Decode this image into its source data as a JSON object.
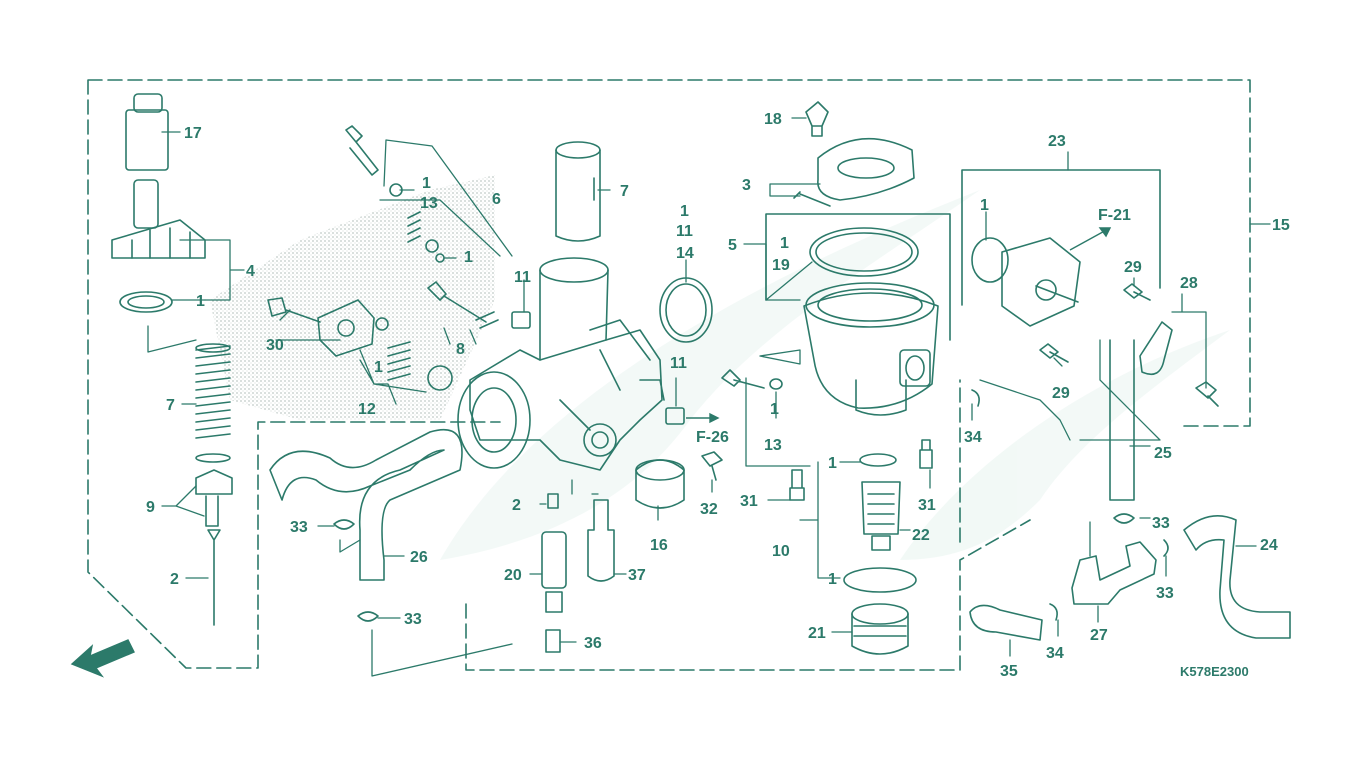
{
  "colors": {
    "line": "#2c7a6a",
    "watermark": "#e8f3ef",
    "hatch": "#c9d3cf"
  },
  "diagram": {
    "part_code": "K578E2300",
    "front_marker": "FR.",
    "refs": {
      "f21": "F-21",
      "f26": "F-26"
    },
    "labels": {
      "l17": "17",
      "l4": "4",
      "l1_a": "1",
      "l7_a": "7",
      "l9": "9",
      "l2_a": "2",
      "l30": "30",
      "l12": "12",
      "l1_b": "1",
      "l8": "8",
      "l1_c": "1",
      "l13_a": "13",
      "l6": "6",
      "l1_d": "1",
      "l11_a": "11",
      "l7_b": "7",
      "l1_e": "1",
      "l11_b": "11",
      "l14": "14",
      "l5": "5",
      "l1_f": "1",
      "l19": "19",
      "l18": "18",
      "l3": "3",
      "l11_c": "11",
      "l1_g": "1",
      "l13_b": "13",
      "l32": "32",
      "l2_b": "2",
      "l16": "16",
      "l20": "20",
      "l37": "37",
      "l36": "36",
      "l33_a": "33",
      "l26": "26",
      "l33_b": "33",
      "l31_a": "31",
      "l31_b": "31",
      "l22": "22",
      "l10": "10",
      "l1_h": "1",
      "l1_i": "1",
      "l21": "21",
      "l23": "23",
      "l1_j": "1",
      "l29_a": "29",
      "l29_b": "29",
      "l28": "28",
      "l15": "15",
      "l34_a": "34",
      "l25": "25",
      "l33_c": "33",
      "l24": "24",
      "l33_d": "33",
      "l27": "27",
      "l34_b": "34",
      "l35": "35"
    }
  }
}
